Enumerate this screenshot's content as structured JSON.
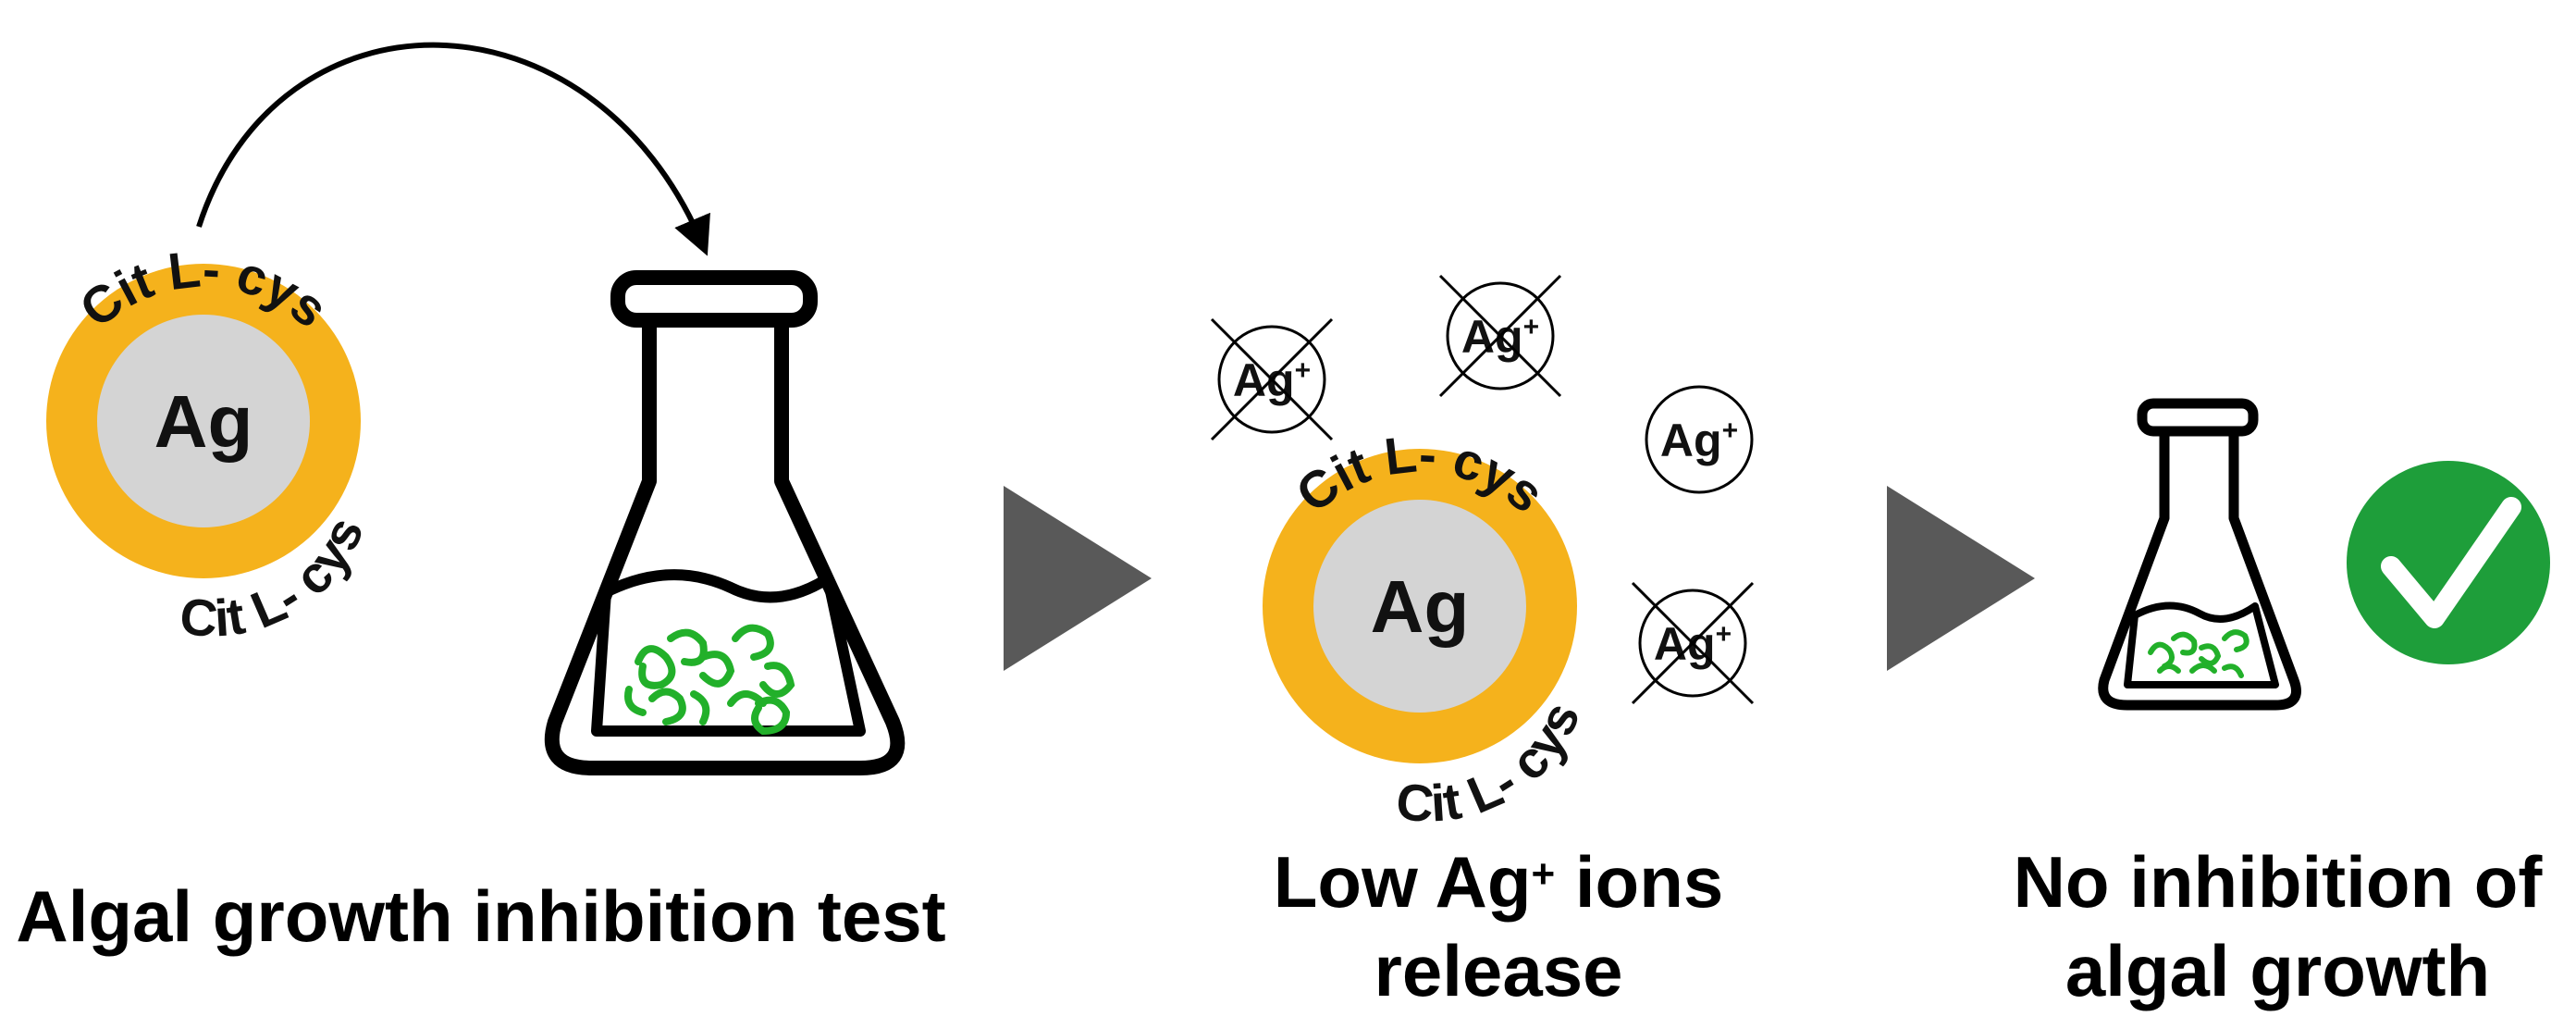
{
  "particle": {
    "core_label": "Ag",
    "coating_label": "Cit L- cys"
  },
  "ions": {
    "symbol": "Ag",
    "charge": "+"
  },
  "captions": {
    "step1": "Algal growth inhibition test",
    "step2_prefix": "Low Ag",
    "step2_charge": "+",
    "step2_suffix_line1": " ions",
    "step2_line2": "release",
    "step3_line1": "No inhibition of",
    "step3_line2": "algal growth"
  },
  "colors": {
    "coating": "#F5B21C",
    "core": "#D4D4D4",
    "algae": "#22B02A",
    "check_bg": "#1E9E3A",
    "arrow": "#595959"
  }
}
